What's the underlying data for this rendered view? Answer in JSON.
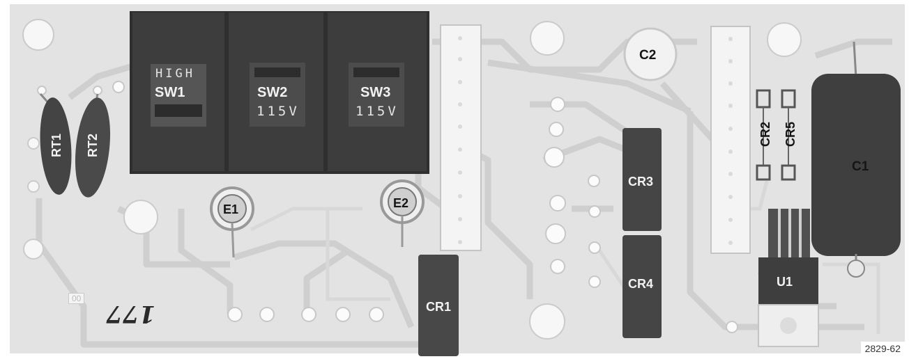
{
  "photo": {
    "figure_number": "2829-62",
    "handwritten_mark": "177",
    "small_marking": "00"
  },
  "components": {
    "switches": [
      {
        "ref": "SW1",
        "setting": "HIGH"
      },
      {
        "ref": "SW2",
        "setting": "115V"
      },
      {
        "ref": "SW3",
        "setting": "115V"
      }
    ],
    "thermistors": [
      "RT1",
      "RT2"
    ],
    "terminals": [
      "E1",
      "E2"
    ],
    "capacitors": [
      "C1",
      "C2"
    ],
    "rectifiers": [
      "CR1",
      "CR2",
      "CR3",
      "CR4",
      "CR5"
    ],
    "ic": "U1"
  },
  "colors": {
    "board": "#e4e4e4",
    "trace": "#cdcdcd",
    "switch_body": "#3d3d3d",
    "component_dark": "#474747",
    "label_text": "#151515"
  }
}
